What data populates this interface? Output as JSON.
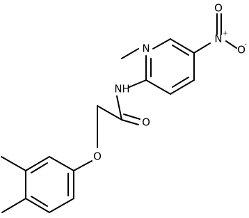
{
  "molecule": {
    "atoms": {
      "n_pyridine": "N",
      "n_amide": "N",
      "h_amide": "H",
      "n_nitro": "N",
      "n_nitro_charge": "+",
      "o_nitro_top": "O",
      "o_nitro_right": "O",
      "o_nitro_right_charge": "-",
      "o_carbonyl": "O",
      "o_ether": "O"
    }
  }
}
